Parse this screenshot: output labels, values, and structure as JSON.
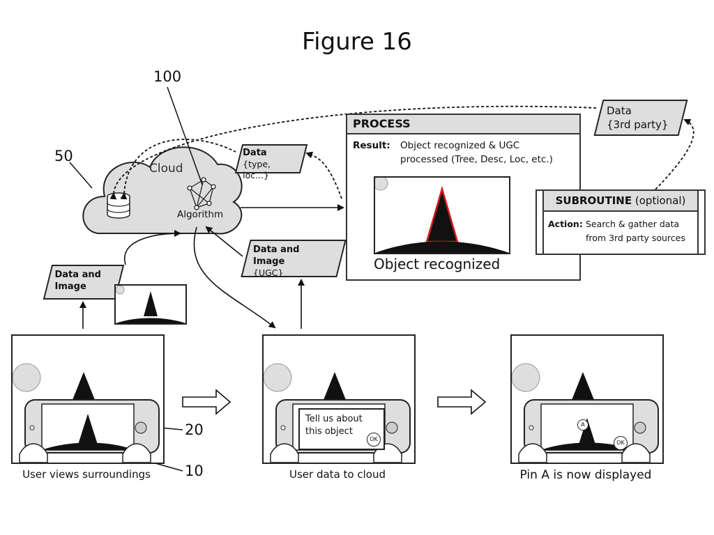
{
  "figure_title": "Figure 16",
  "refs": {
    "r100": "100",
    "r50": "50",
    "r20": "20",
    "r10": "10"
  },
  "cloud": {
    "label": "Cloud",
    "algorithm": "Algorithm"
  },
  "data_typeloc": {
    "title": "Data",
    "sub": "{type, loc...}"
  },
  "data_image_left": {
    "line1": "Data and",
    "line2": "Image"
  },
  "data_image_ugc": {
    "title": "Data and Image",
    "sub": "{UGC}"
  },
  "data_3rd": {
    "title": "Data",
    "sub": "{3rd party}"
  },
  "process": {
    "header": "PROCESS",
    "result_label": "Result:",
    "result_line1": "Object recognized & UGC",
    "result_line2": "processed (Tree, Desc, Loc, etc.)",
    "image_caption": "Object recognized"
  },
  "subroutine": {
    "header_bold": "SUBROUTINE",
    "header_rest": "(optional)",
    "action_label": "Action:",
    "action_line1": "Search & gather data",
    "action_line2": "from 3rd party sources"
  },
  "panels": {
    "p1_caption": "User views surroundings",
    "p2_caption": "User data to cloud",
    "p3_caption": "Pin A is now displayed",
    "p2_prompt_line1": "Tell us about",
    "p2_prompt_line2": "this object",
    "ok_label": "OK",
    "pin_label": "A"
  },
  "colors": {
    "fill_gray": "#dedede",
    "line": "#222222",
    "tree_outline": "#d42020"
  }
}
